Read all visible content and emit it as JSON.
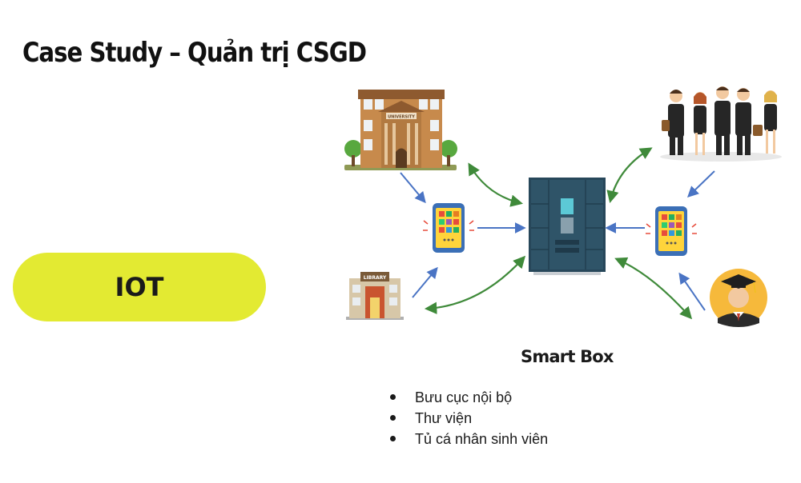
{
  "slide": {
    "title": "Case Study – Quản trị CSGD",
    "topic_label": "IOT"
  },
  "diagram": {
    "center_label": "Smart Box",
    "library_sign": "LIBRARY",
    "university_sign": "UNIVERSITY",
    "nodes": [
      "university-building-icon",
      "library-building-icon",
      "business-people-icon",
      "graduate-student-icon",
      "smartphone-icon",
      "smart-locker-icon"
    ],
    "colors": {
      "accent_pill": "#e3ea32",
      "blue_arrow": "#4a74c4",
      "green_arrow": "#3f8a3a"
    }
  },
  "bullets": [
    "Bưu cục nội bộ",
    "Thư viện",
    "Tủ cá nhân sinh viên"
  ]
}
